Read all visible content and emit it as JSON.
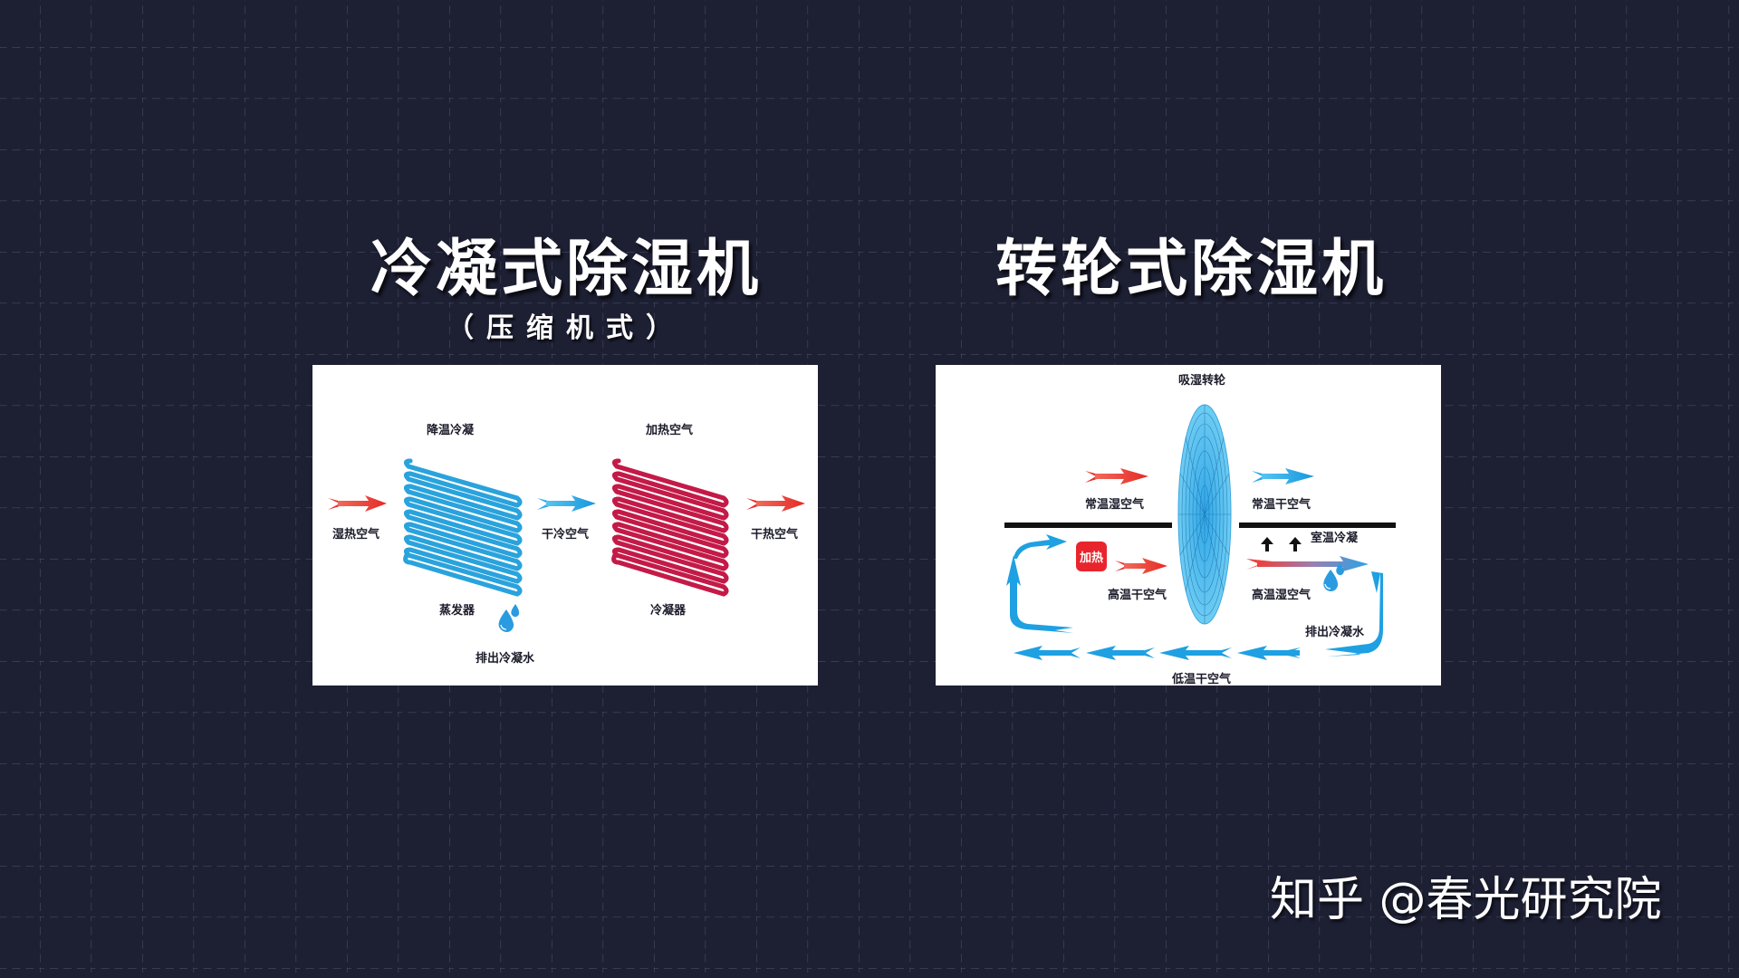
{
  "left": {
    "title": "冷凝式除湿机",
    "subtitle": "（压缩机式）",
    "diagram": {
      "labels": {
        "cool_condense": "降温冷凝",
        "heat_air": "加热空气",
        "humid_hot_air": "湿热空气",
        "dry_cold_air": "干冷空气",
        "dry_hot_air": "干热空气",
        "evaporator": "蒸发器",
        "condenser": "冷凝器",
        "drain_water": "排出冷凝水"
      }
    }
  },
  "right": {
    "title": "转轮式除湿机",
    "diagram": {
      "labels": {
        "wheel": "吸湿转轮",
        "room_humid_air": "常温湿空气",
        "room_dry_air": "常温干空气",
        "room_condense": "室温冷凝",
        "heater": "加热",
        "hot_dry_air": "高温干空气",
        "hot_humid_air": "高温湿空气",
        "drain_water": "排出冷凝水",
        "cold_dry_air": "低温干空气"
      }
    }
  },
  "watermark": "知乎 @春光研究院",
  "colors": {
    "background": "#1d1f33",
    "grid": "#4a4d66",
    "hot_red": "#e8302e",
    "cold_blue": "#1fa3e3",
    "coil_red": "#c41a48",
    "coil_blue": "#2aa3dd",
    "heater_red": "#e8252d"
  }
}
